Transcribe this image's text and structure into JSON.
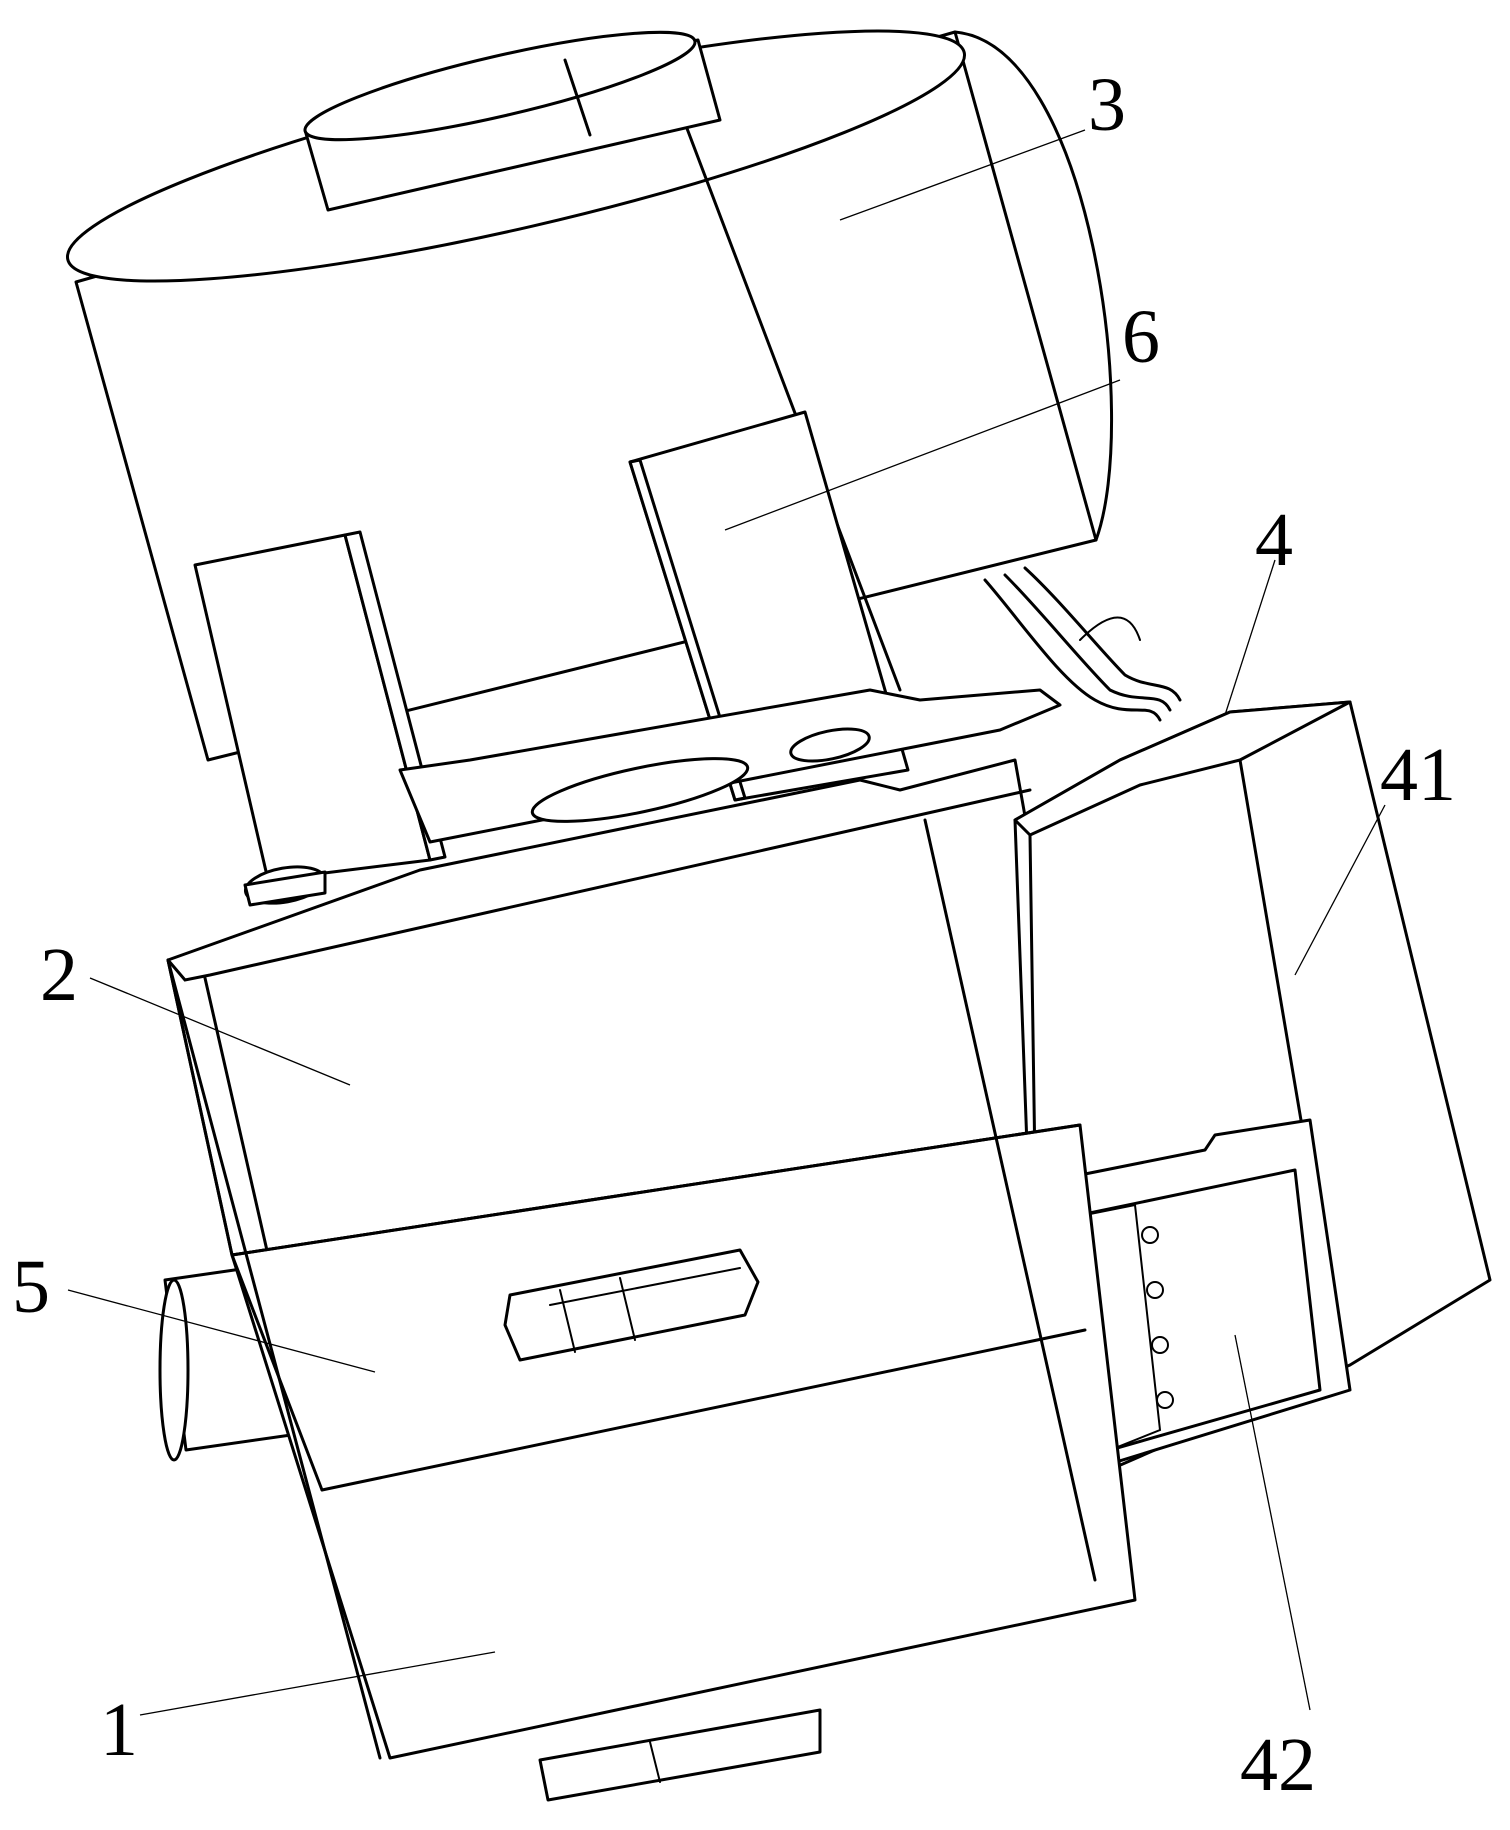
{
  "figure": {
    "callouts": [
      {
        "id": "1",
        "label": "1"
      },
      {
        "id": "2",
        "label": "2"
      },
      {
        "id": "3",
        "label": "3"
      },
      {
        "id": "4",
        "label": "4"
      },
      {
        "id": "41",
        "label": "41"
      },
      {
        "id": "42",
        "label": "42"
      },
      {
        "id": "5",
        "label": "5"
      },
      {
        "id": "6",
        "label": "6"
      }
    ]
  }
}
